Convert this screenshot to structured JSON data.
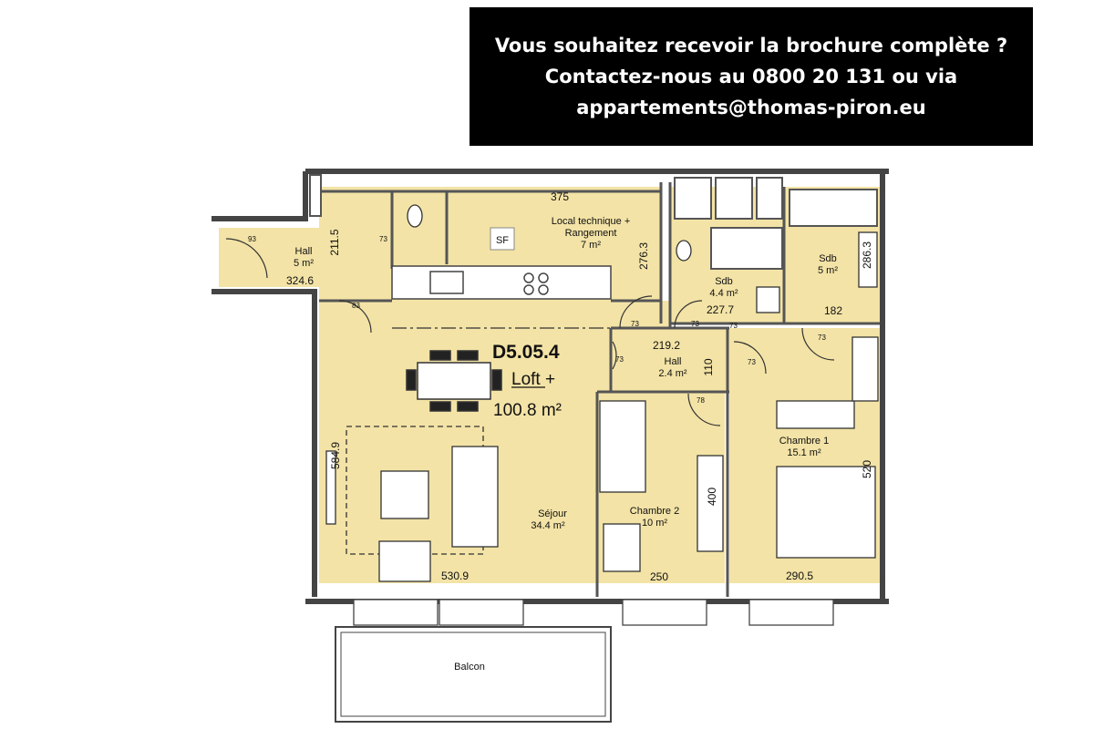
{
  "banner": {
    "line1": "Vous souhaitez recevoir la brochure complète ?",
    "line2": "Contactez-nous au 0800 20 131 ou via",
    "line3": "appartements@thomas-piron.eu"
  },
  "plan": {
    "unit_code": "D5.05.4",
    "unit_type": "Loft +",
    "unit_area": "100.8 m²",
    "sf_label": "SF",
    "rooms": {
      "hall_entry": {
        "name": "Hall",
        "area": "5 m²"
      },
      "local_tech": {
        "name1": "Local technique +",
        "name2": "Rangement",
        "area": "7 m²"
      },
      "sdb1": {
        "name": "Sdb",
        "area": "4.4 m²"
      },
      "sdb2": {
        "name": "Sdb",
        "area": "5 m²"
      },
      "hall_inner": {
        "name": "Hall",
        "area": "2.4 m²"
      },
      "sejour": {
        "name": "Séjour",
        "area": "34.4 m²"
      },
      "chambre2": {
        "name": "Chambre 2",
        "area": "10 m²"
      },
      "chambre1": {
        "name": "Chambre 1",
        "area": "15.1 m²"
      },
      "balcon": {
        "name": "Balcon"
      }
    },
    "dims": {
      "d375": "375",
      "d2115": "211.5",
      "d3246": "324.6",
      "d2763": "276.3",
      "d2777": "227.7",
      "d182": "182",
      "d2863": "286.3",
      "d2192": "219.2",
      "d110": "110",
      "d5849": "584.9",
      "d5309": "530.9",
      "d250": "250",
      "d400": "400",
      "d520": "520",
      "d2905": "290.5"
    },
    "doors": {
      "d93": "93",
      "d83": "83",
      "d73a": "73",
      "d73b": "73",
      "d73c": "73",
      "d73d": "73",
      "d73e": "73",
      "d78": "78",
      "d73f": "73",
      "d73g": "73"
    }
  }
}
